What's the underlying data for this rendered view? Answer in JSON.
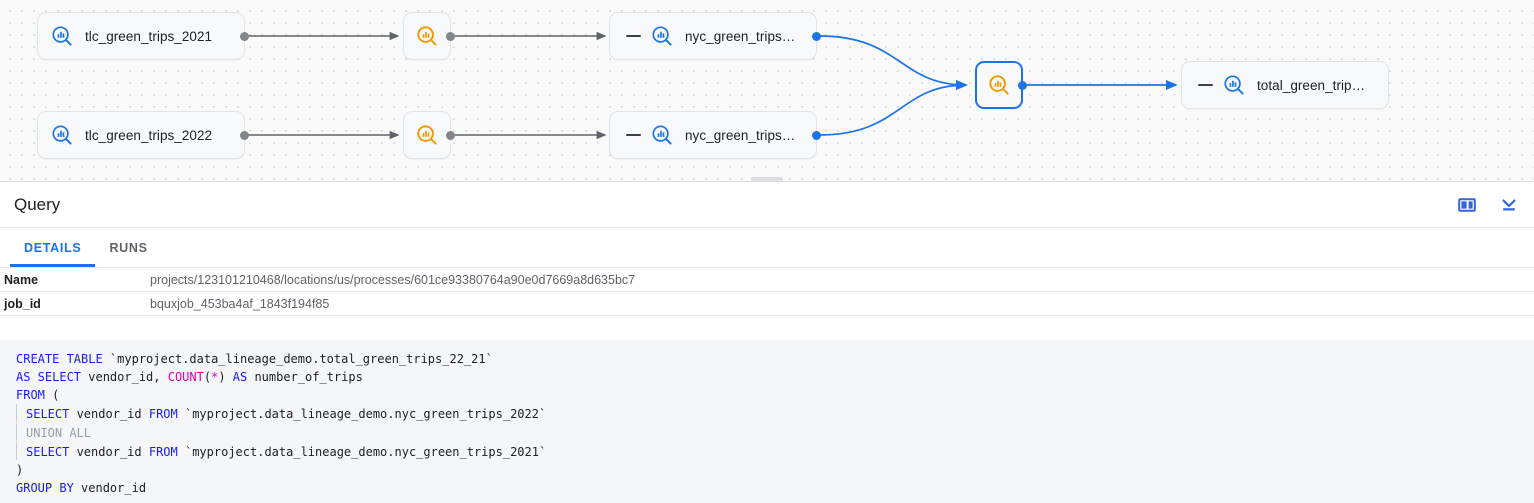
{
  "lineage": {
    "nodes": [
      {
        "id": "tlc_2021",
        "type": "table",
        "label": "tlc_green_trips_2021",
        "icon": "table-search-icon-blue",
        "selected": false,
        "collapsible": false
      },
      {
        "id": "tlc_2022",
        "type": "table",
        "label": "tlc_green_trips_2022",
        "icon": "table-search-icon-blue",
        "selected": false,
        "collapsible": false
      },
      {
        "id": "proc_1",
        "type": "process",
        "label": "",
        "icon": "process-search-icon-orange",
        "selected": false
      },
      {
        "id": "proc_2",
        "type": "process",
        "label": "",
        "icon": "process-search-icon-orange",
        "selected": false
      },
      {
        "id": "nyc_2021",
        "type": "table",
        "label": "nyc_green_trips…",
        "icon": "table-search-icon-blue",
        "selected": false,
        "collapsible": true
      },
      {
        "id": "nyc_2022",
        "type": "table",
        "label": "nyc_green_trips…",
        "icon": "table-search-icon-blue",
        "selected": false,
        "collapsible": true
      },
      {
        "id": "proc_3",
        "type": "process",
        "label": "",
        "icon": "process-search-icon-orange",
        "selected": true
      },
      {
        "id": "total",
        "type": "table",
        "label": "total_green_trip…",
        "icon": "table-search-icon-blue",
        "selected": false,
        "collapsible": true
      }
    ],
    "colors": {
      "edge_default": "#5f6368",
      "edge_highlight": "#1a73e8",
      "port_default": "#80868b",
      "port_highlight": "#1a73e8",
      "table_icon": "#1a73e8",
      "process_icon": "#f29900",
      "selection_border": "#1a73e8"
    }
  },
  "panel": {
    "title": "Query",
    "actions": [
      {
        "name": "split-panel-icon",
        "label": "Split panel"
      },
      {
        "name": "collapse-panel-icon",
        "label": "Collapse panel"
      }
    ],
    "tabs": [
      {
        "label": "DETAILS",
        "active": true
      },
      {
        "label": "RUNS",
        "active": false
      }
    ],
    "details": [
      {
        "key": "Name",
        "value": "projects/123101210468/locations/us/processes/601ce93380764a90e0d7669a8d635bc7"
      },
      {
        "key": "job_id",
        "value": "bquxjob_453ba4af_1843f194f85"
      }
    ],
    "sql": {
      "lines": [
        "CREATE TABLE `myproject.data_lineage_demo.total_green_trips_22_21`",
        "AS SELECT vendor_id, COUNT(*) AS number_of_trips",
        "FROM (",
        "  SELECT vendor_id FROM `myproject.data_lineage_demo.nyc_green_trips_2022`",
        "  UNION ALL",
        "  SELECT vendor_id FROM `myproject.data_lineage_demo.nyc_green_trips_2021`",
        ")",
        "GROUP BY vendor_id"
      ],
      "tokens": {
        "l0_kw1": "CREATE TABLE",
        "l0_rest": " `myproject.data_lineage_demo.total_green_trips_22_21`",
        "l1_kw1": "AS SELECT",
        "l1_mid": " vendor_id, ",
        "l1_fn": "COUNT",
        "l1_p1": "(",
        "l1_star": "*",
        "l1_p2": ") ",
        "l1_kw2": "AS",
        "l1_end": " number_of_trips",
        "l2_kw": "FROM",
        "l2_rest": " (",
        "l3_kw1": "SELECT",
        "l3_mid": " vendor_id ",
        "l3_kw2": "FROM",
        "l3_rest": " `myproject.data_lineage_demo.nyc_green_trips_2022`",
        "l4_dim": "UNION ALL",
        "l5_kw1": "SELECT",
        "l5_mid": " vendor_id ",
        "l5_kw2": "FROM",
        "l5_rest": " `myproject.data_lineage_demo.nyc_green_trips_2021`",
        "l6_rest": ")",
        "l7_kw": "GROUP BY",
        "l7_rest": " vendor_id"
      }
    }
  }
}
